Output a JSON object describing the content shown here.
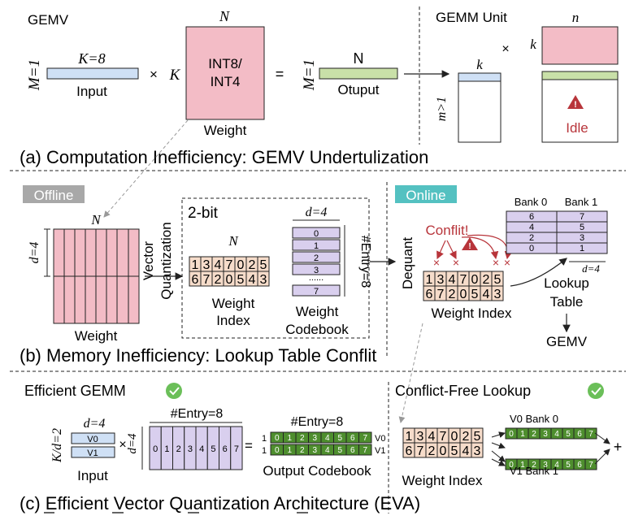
{
  "section_a": {
    "gemv_title": "GEMV",
    "m_label": "M=1",
    "k_eq_label": "K=8",
    "input_label": "Input",
    "times": "×",
    "k_label": "K",
    "n_label": "N",
    "weight_text_1": "INT8/",
    "weight_text_2": "INT4",
    "weight_label": "Weight",
    "equals": "=",
    "m_label_2": "M=1",
    "output_n": "N",
    "output_label": "Otuput",
    "gemm_title": "GEMM Unit",
    "gemm_n": "n",
    "gemm_k": "k",
    "gemm_times": "×",
    "gemm_k2": "k",
    "gemm_m": "m>1",
    "idle_label": "Idle",
    "caption": "(a) Computation Inefficiency: GEMV Undertulization"
  },
  "section_b": {
    "offline_tag": "Offline",
    "online_tag": "Online",
    "n_label": "N",
    "d_label": "d=4",
    "weight_label": "Weight",
    "vq_label_1": "Vector",
    "vq_label_2": "Quantization",
    "two_bit": "2-bit",
    "idx_n": "N",
    "row1": [
      "1",
      "3",
      "4",
      "7",
      "0",
      "2",
      "5"
    ],
    "row2": [
      "6",
      "7",
      "2",
      "0",
      "5",
      "4",
      "3"
    ],
    "weight_index_1": "Weight",
    "weight_index_2": "Index",
    "cb_d_label": "d=4",
    "codebook_rows": [
      "0",
      "1",
      "2",
      "3"
    ],
    "codebook_dots": "......",
    "codebook_last": "7",
    "entry_label": "#Entry=8",
    "codebook_label_1": "Weight",
    "codebook_label_2": "Codebook",
    "dequant_label": "Dequant",
    "conflict_label": "Conflit!",
    "cross": "×",
    "bank0": "Bank 0",
    "bank1": "Bank 1",
    "lut_rows": [
      [
        "6",
        "7"
      ],
      [
        "4",
        "5"
      ],
      [
        "2",
        "3"
      ],
      [
        "0",
        "1"
      ]
    ],
    "lut_d": "d=4",
    "lookup_1": "Lookup",
    "lookup_2": "Table",
    "gemv": "GEMV",
    "online_index_label": "Weight Index",
    "caption": "(b) Memory Inefficiency: Lookup Table Conflit"
  },
  "section_c": {
    "eff_gemm": "Efficient GEMM",
    "d_label": "d=4",
    "kd_label": "K/d=2",
    "v0": "V0",
    "v1": "V1",
    "times": "×",
    "input_label": "Input",
    "entry_label": "#Entry=8",
    "d4_vert": "d=4",
    "codebook_cols": [
      "0",
      "1",
      "2",
      "3",
      "4",
      "5",
      "6",
      "7"
    ],
    "equals": "=",
    "entry_label_2": "#Entry=8",
    "one": "1",
    "out_v0": "V0",
    "out_v1": "V1",
    "output_label": "Output Codebook",
    "cf_title": "Conflict-Free Lookup",
    "bank0_label": "V0  Bank 0",
    "bank1_label": "V1  Bank 1",
    "plus": "+",
    "weight_index_label": "Weight Index",
    "caption": "(c) Efficient Vector Quantization Architecture (EVA)"
  },
  "colors": {
    "blue": "#cfe0f5",
    "pink": "#f3bcc6",
    "green": "#c9e0a8",
    "lavender": "#d9cfee",
    "peach": "#f6dcca",
    "dark_green": "#4e8e2e",
    "red": "#b8353b",
    "teal": "#54c1c1",
    "gray": "#a8a8a8"
  }
}
